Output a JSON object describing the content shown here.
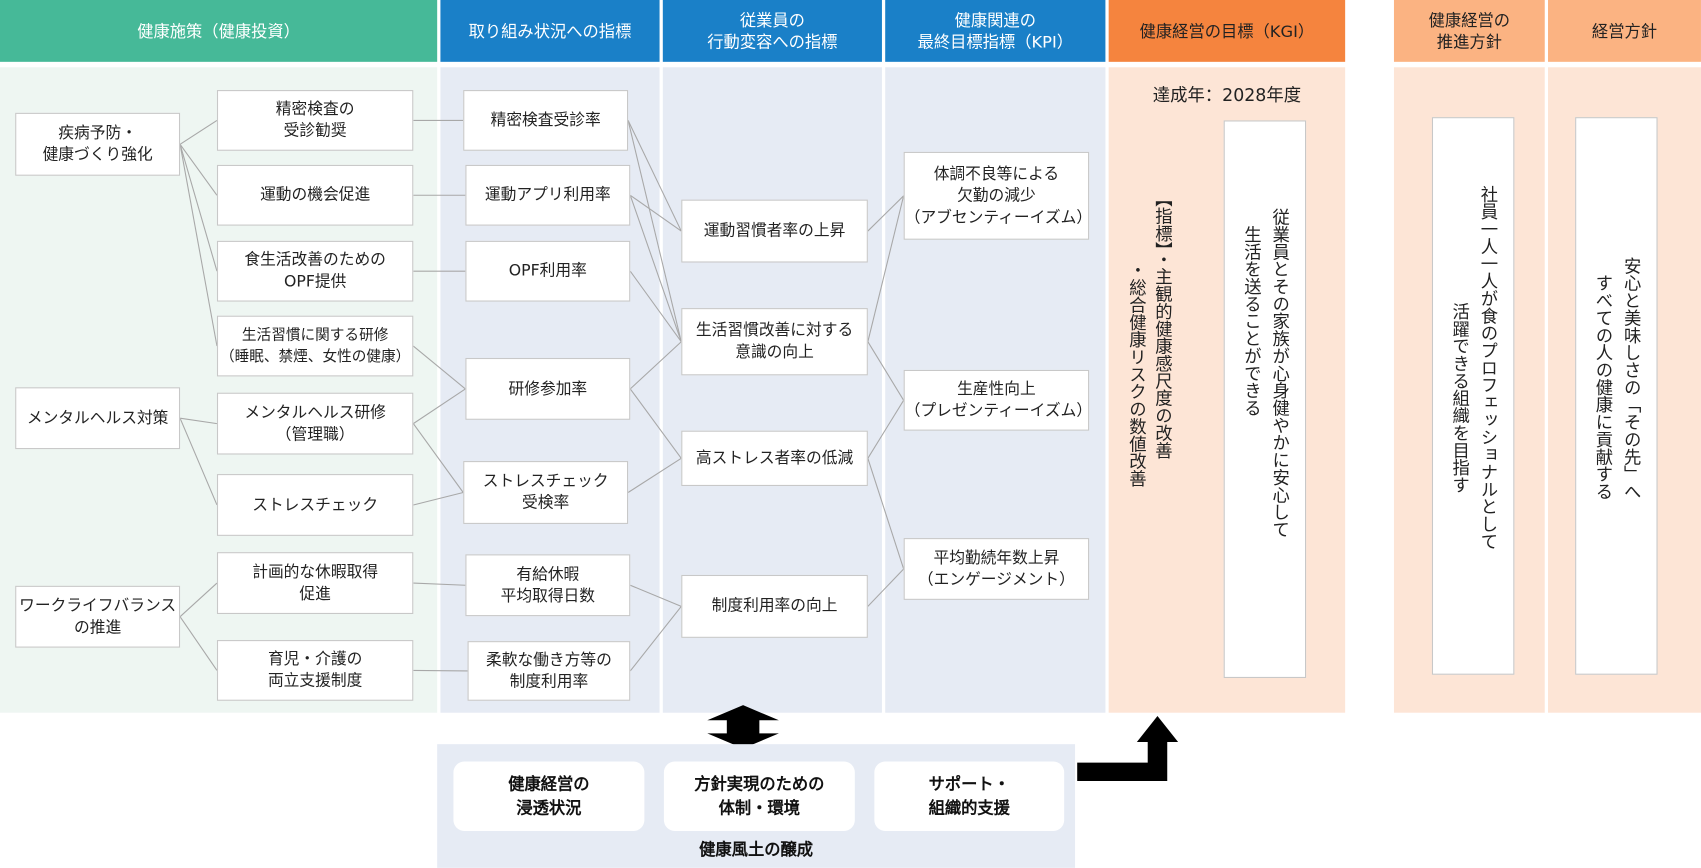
{
  "headers": {
    "measures": "健康施策（健康投資）",
    "effort_index": "取り組み状況への指標",
    "behavior_index": "従業員の\n行動変容への指標",
    "kpi": "健康関連の\n最終目標指標（KPI）",
    "kgi": "健康経営の目標（KGI）",
    "promotion": "健康経営の\n推進方針",
    "policy": "経営方針"
  },
  "colors": {
    "green": "#46b998",
    "blue": "#1a80c8",
    "orange": "#f5843e",
    "light_orange": "#fbb382"
  },
  "categories": [
    "疾病予防・\n健康づくり強化",
    "メンタルヘルス対策",
    "ワークライフバランス\nの推進"
  ],
  "measures": [
    "精密検査の\n受診勧奨",
    "運動の機会促進",
    "食生活改善のための\nOPF提供",
    "生活習慣に関する研修\n（睡眠、禁煙、女性の健康）",
    "メンタルヘルス研修\n（管理職）",
    "ストレスチェック",
    "計画的な休暇取得\n促進",
    "育児・介護の\n両立支援制度"
  ],
  "effort_indices": [
    "精密検査受診率",
    "運動アプリ利用率",
    "OPF利用率",
    "研修参加率",
    "ストレスチェック\n受検率",
    "有給休暇\n平均取得日数",
    "柔軟な働き方等の\n制度利用率"
  ],
  "behavior_indices": [
    "運動習慣者率の上昇",
    "生活習慣改善に対する\n意識の向上",
    "高ストレス者率の低減",
    "制度利用率の向上"
  ],
  "kpis": [
    "体調不良等による\n欠勤の減少\n（アブセンティーイズム）",
    "生産性向上\n（プレゼンティーイズム）",
    "平均勤続年数上昇\n（エンゲージメント）"
  ],
  "kgi": {
    "target_year": "達成年：2028年度",
    "index_label": "【指標】",
    "index_1": "・主観的健康感尺度の改善",
    "index_2": "・総合健康リスクの数値改善",
    "goal_line1": "従業員とその家族が心身健やかに安心して",
    "goal_line2": "生活を送ることができる"
  },
  "promotion": {
    "line1": "社員一人一人が食のプロフェッショナルとして",
    "line2": "活躍できる組織を目指す"
  },
  "policy": {
    "line1": "安心と美味しさの「その先」へ",
    "line2": "すべての人の健康に貢献する"
  },
  "culture": {
    "cards": [
      "健康経営の\n浸透状況",
      "方針実現のための\n体制・環境",
      "サポート・\n組織的支援"
    ],
    "label": "健康風土の醸成"
  }
}
